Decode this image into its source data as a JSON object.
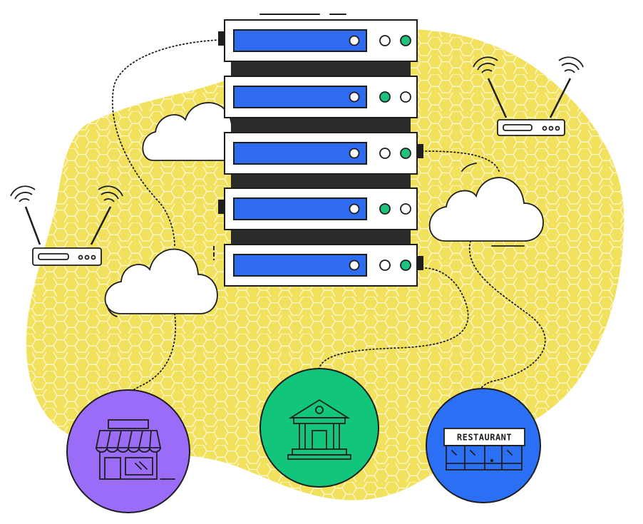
{
  "colors": {
    "background": "#ffffff",
    "blob": "#f2e15d",
    "outline": "#1e1e1e",
    "rack_gap": "#2b2b2b",
    "server_panel": "#2f6bf0",
    "led_green": "#1ec27a",
    "shop_circle": "#9b6cf7",
    "bank_circle": "#11c57a",
    "restaurant_circle": "#2b6ff5"
  },
  "icons": {
    "server_rack": "server-rack-icon",
    "router": "wifi-router-icon",
    "cloud": "cloud-icon",
    "shop": "storefront-icon",
    "bank": "bank-building-icon",
    "restaurant": "restaurant-icon"
  },
  "servers": [
    {
      "leds": [
        "off",
        "on"
      ]
    },
    {
      "leds": [
        "on",
        "off"
      ]
    },
    {
      "leds": [
        "off",
        "on"
      ]
    },
    {
      "leds": [
        "on",
        "off"
      ]
    },
    {
      "leds": [
        "off",
        "on"
      ]
    }
  ],
  "restaurant": {
    "sign": "RESTAURANT"
  }
}
